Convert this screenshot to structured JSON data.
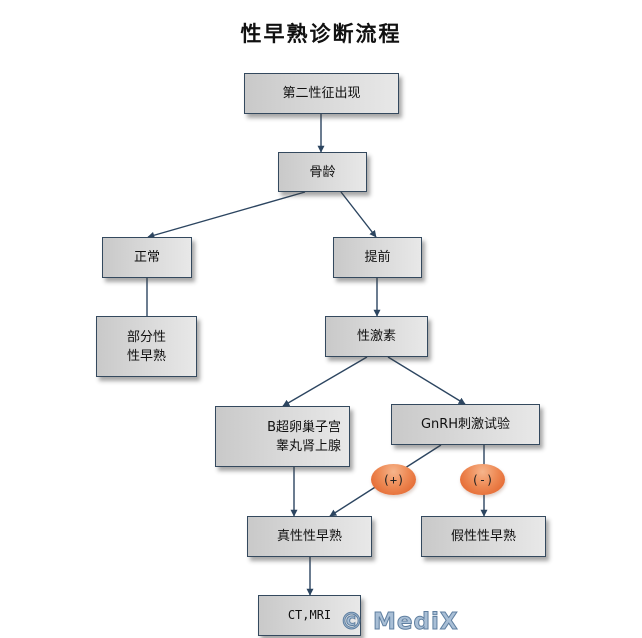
{
  "title": "性早熟诊断流程",
  "colors": {
    "line": "#2c4560",
    "box_border": "#34495e",
    "box_fill_start": "#c9c9c9",
    "box_fill_end": "#e8e8e8",
    "badge_fill": "#ee8a55",
    "watermark": "#a9bfd6"
  },
  "nodes": {
    "secondary_sex_signs": {
      "label": "第二性征出现"
    },
    "bone_age": {
      "label": "骨龄"
    },
    "normal": {
      "label": "正常"
    },
    "advanced": {
      "label": "提前"
    },
    "partial_precocious": {
      "label": "部分性\n性早熟"
    },
    "sex_hormones": {
      "label": "性激素"
    },
    "ultrasound": {
      "label": "B超卵巢子宫\n睾丸肾上腺"
    },
    "gnrh_test": {
      "label": "GnRH刺激试验"
    },
    "true_precocious": {
      "label": "真性性早熟"
    },
    "pseudo_precocious": {
      "label": "假性性早熟"
    },
    "imaging": {
      "label": "CT,MRI"
    }
  },
  "badges": {
    "positive": {
      "label": "(+)"
    },
    "negative": {
      "label": "(-)"
    }
  },
  "edges": [
    {
      "from": "secondary_sex_signs",
      "to": "bone_age",
      "arrow": true
    },
    {
      "from": "bone_age",
      "to": "normal",
      "arrow": true
    },
    {
      "from": "bone_age",
      "to": "advanced",
      "arrow": true
    },
    {
      "from": "normal",
      "to": "partial_precocious",
      "arrow": false
    },
    {
      "from": "advanced",
      "to": "sex_hormones",
      "arrow": true
    },
    {
      "from": "sex_hormones",
      "to": "ultrasound",
      "arrow": true
    },
    {
      "from": "sex_hormones",
      "to": "gnrh_test",
      "arrow": true
    },
    {
      "from": "ultrasound",
      "to": "true_precocious",
      "arrow": true
    },
    {
      "from": "gnrh_test",
      "to": "true_precocious",
      "arrow": true,
      "via": "positive"
    },
    {
      "from": "gnrh_test",
      "to": "pseudo_precocious",
      "arrow": true,
      "via": "negative"
    },
    {
      "from": "true_precocious",
      "to": "imaging",
      "arrow": true
    }
  ],
  "watermark": "© MediX"
}
